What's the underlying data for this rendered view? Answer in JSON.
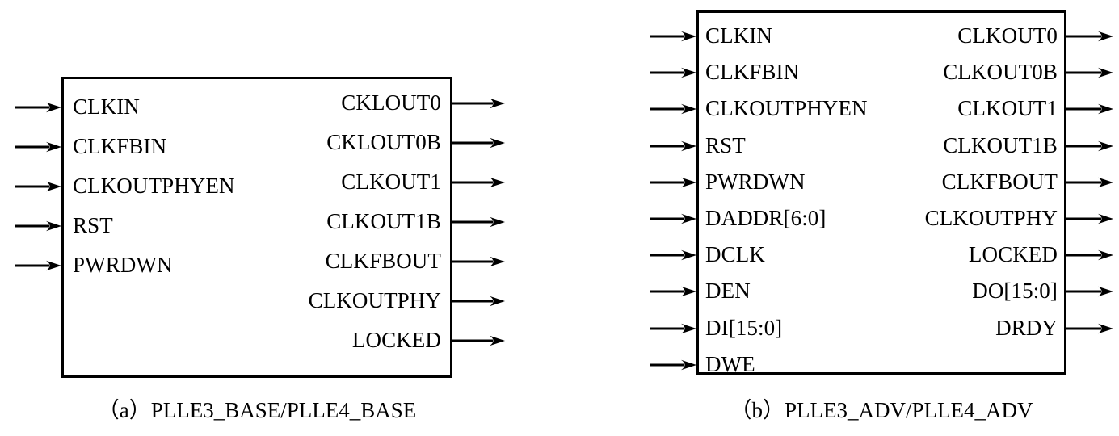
{
  "figure": {
    "background_color": "#ffffff",
    "line_color": "#000000"
  },
  "diagrams": [
    {
      "id": "plle3-base",
      "caption": "（a）PLLE3_BASE/PLLE4_BASE",
      "inputs": [
        "CLKIN",
        "CLKFBIN",
        "CLKOUTPHYEN",
        "RST",
        "PWRDWN"
      ],
      "outputs": [
        "CKLOUT0",
        "CKLOUT0B",
        "CLKOUT1",
        "CLKOUT1B",
        "CLKFBOUT",
        "CLKOUTPHY",
        "LOCKED"
      ]
    },
    {
      "id": "plle3-adv",
      "caption": "（b）PLLE3_ADV/PLLE4_ADV",
      "inputs": [
        "CLKIN",
        "CLKFBIN",
        "CLKOUTPHYEN",
        "RST",
        "PWRDWN",
        "DADDR[6:0]",
        "DCLK",
        "DEN",
        "DI[15:0]",
        "DWE"
      ],
      "outputs": [
        "CLKOUT0",
        "CLKOUT0B",
        "CLKOUT1",
        "CLKOUT1B",
        "CLKFBOUT",
        "CLKOUTPHY",
        "LOCKED",
        "DO[15:0]",
        "DRDY"
      ]
    }
  ]
}
